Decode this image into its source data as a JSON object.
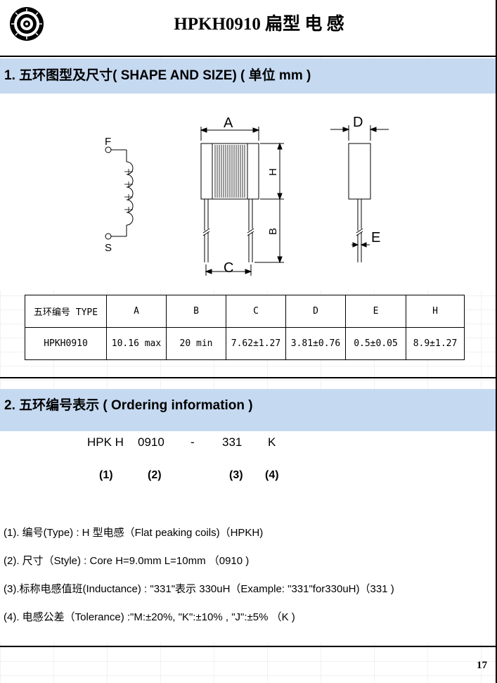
{
  "header": {
    "title": "HPKH0910 扁型 电 感"
  },
  "section1": {
    "title": "1. 五环图型及尺寸( SHAPE AND SIZE)  ( 单位 mm )"
  },
  "diagram": {
    "coil_start": "F",
    "coil_end": "S",
    "dim_a": "A",
    "dim_b": "B",
    "dim_c": "C",
    "dim_d": "D",
    "dim_e": "E",
    "dim_h": "H"
  },
  "table": {
    "headers": [
      "五环编号 TYPE",
      "A",
      "B",
      "C",
      "D",
      "E",
      "H"
    ],
    "row": [
      "HPKH0910",
      "10.16 max",
      "20 min",
      "7.62±1.27",
      "3.81±0.76",
      "0.5±0.05",
      "8.9±1.27"
    ]
  },
  "section2": {
    "title": "2. 五环编号表示 ( Ordering information )"
  },
  "ordering": {
    "parts": [
      "HPK H",
      "0910",
      "-",
      "331",
      "K"
    ],
    "indices": [
      "(1)",
      "(2)",
      "(3)",
      "(4)"
    ]
  },
  "notes": [
    "(1). 编号(Type) : H 型电感（Flat peaking coils)（HPKH)",
    "(2). 尺寸（Style) : Core H=9.0mm L=10mm （0910 )",
    "(3).标称电感值班(Inductance) : \"331\"表示 330uH（Example: \"331\"for330uH)（331 )",
    "(4). 电感公差（Tolerance) :\"M:±20%, \"K\":±10% , \"J\":±5% （K )"
  ],
  "page_number": "17"
}
